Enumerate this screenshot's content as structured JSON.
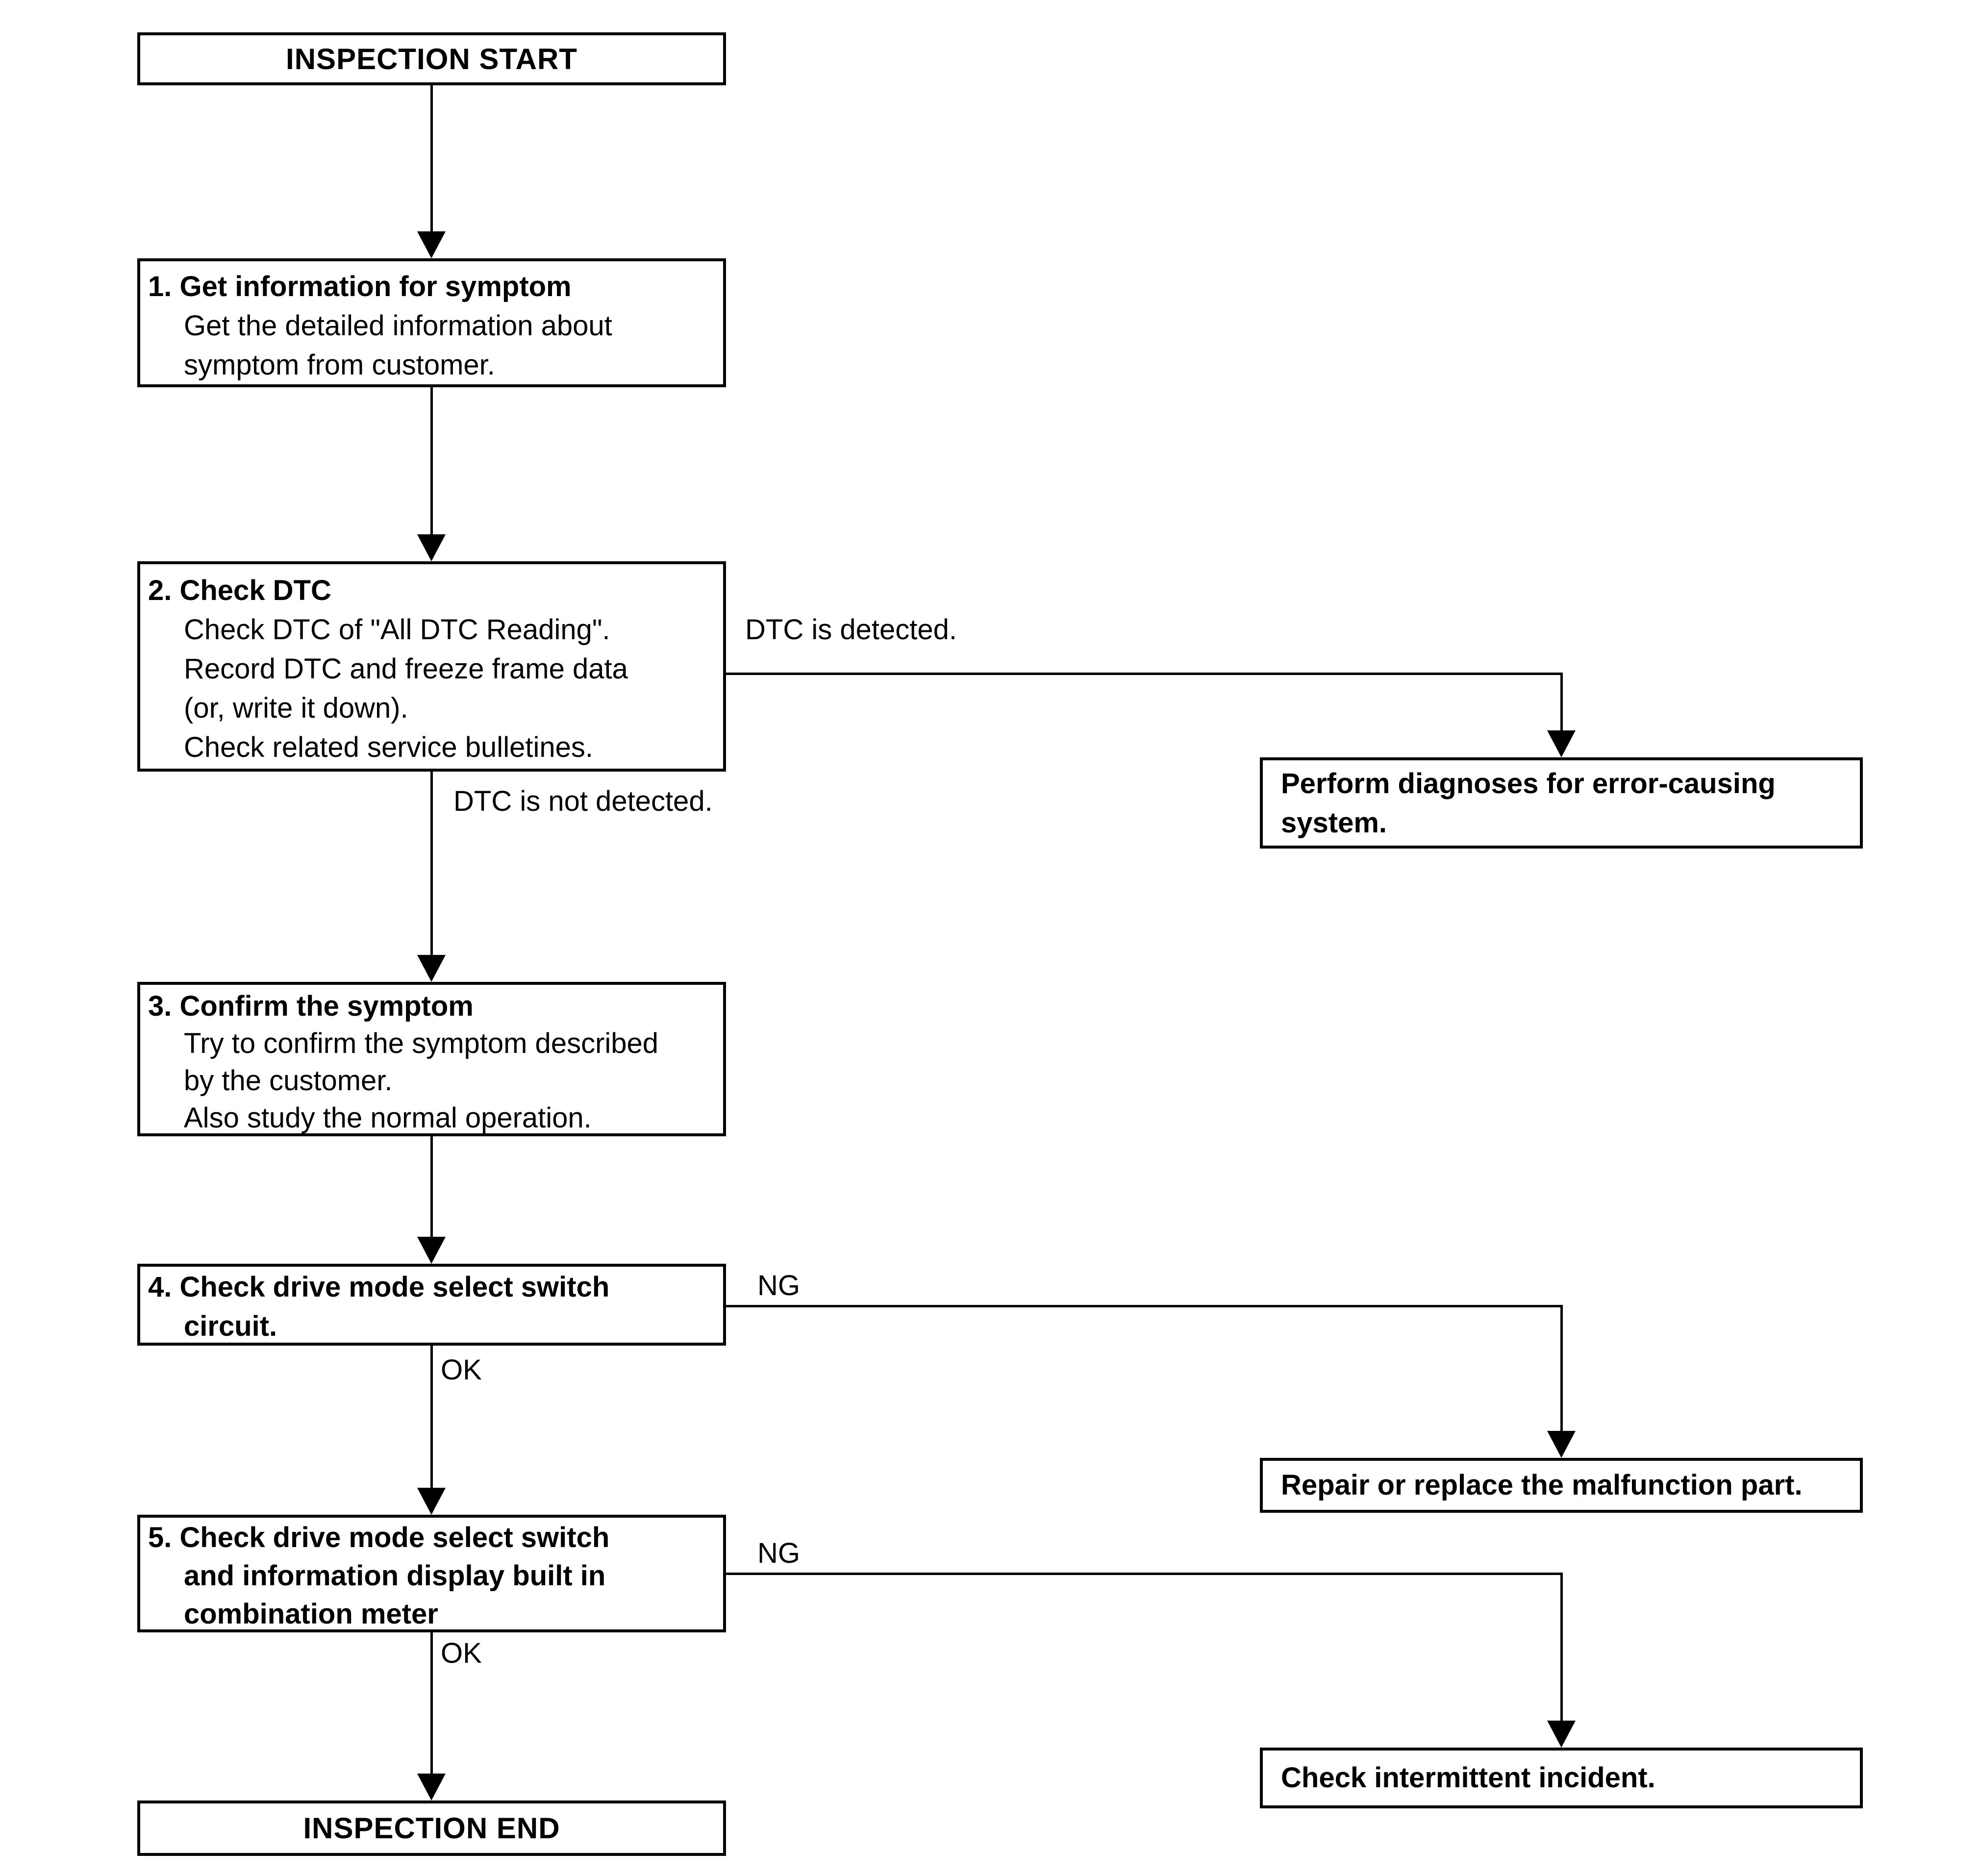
{
  "colors": {
    "ink": "#000000",
    "background": "#ffffff"
  },
  "flowchart": {
    "start_label": "INSPECTION START",
    "end_label": "INSPECTION END",
    "steps": [
      {
        "title": "1. Get information for symptom",
        "lines": [
          "Get the detailed information about",
          "symptom from customer."
        ]
      },
      {
        "title": "2. Check DTC",
        "lines": [
          "Check DTC of \"All DTC Reading\".",
          "Record DTC and freeze frame data",
          "(or, write it down).",
          "Check related service bulletines."
        ]
      },
      {
        "title": "3. Confirm the symptom",
        "lines": [
          "Try to confirm the symptom described",
          "by the customer.",
          "Also study the normal operation."
        ]
      },
      {
        "title": "4. Check drive mode select switch",
        "lines": [
          "circuit."
        ]
      },
      {
        "title": "5. Check drive mode select switch",
        "lines": [
          "and information display built in",
          "combination meter"
        ]
      }
    ],
    "outcomes": [
      {
        "lines": [
          "Perform diagnoses for error-causing",
          "system."
        ]
      },
      {
        "lines": [
          "Repair or replace the malfunction part."
        ]
      },
      {
        "lines": [
          "Check intermittent incident."
        ]
      }
    ],
    "labels": {
      "dtc_detected": "DTC is detected.",
      "dtc_not_detected": "DTC is not detected.",
      "step4_ng": "NG",
      "step4_ok": "OK",
      "step5_ng": "NG",
      "step5_ok": "OK"
    }
  }
}
